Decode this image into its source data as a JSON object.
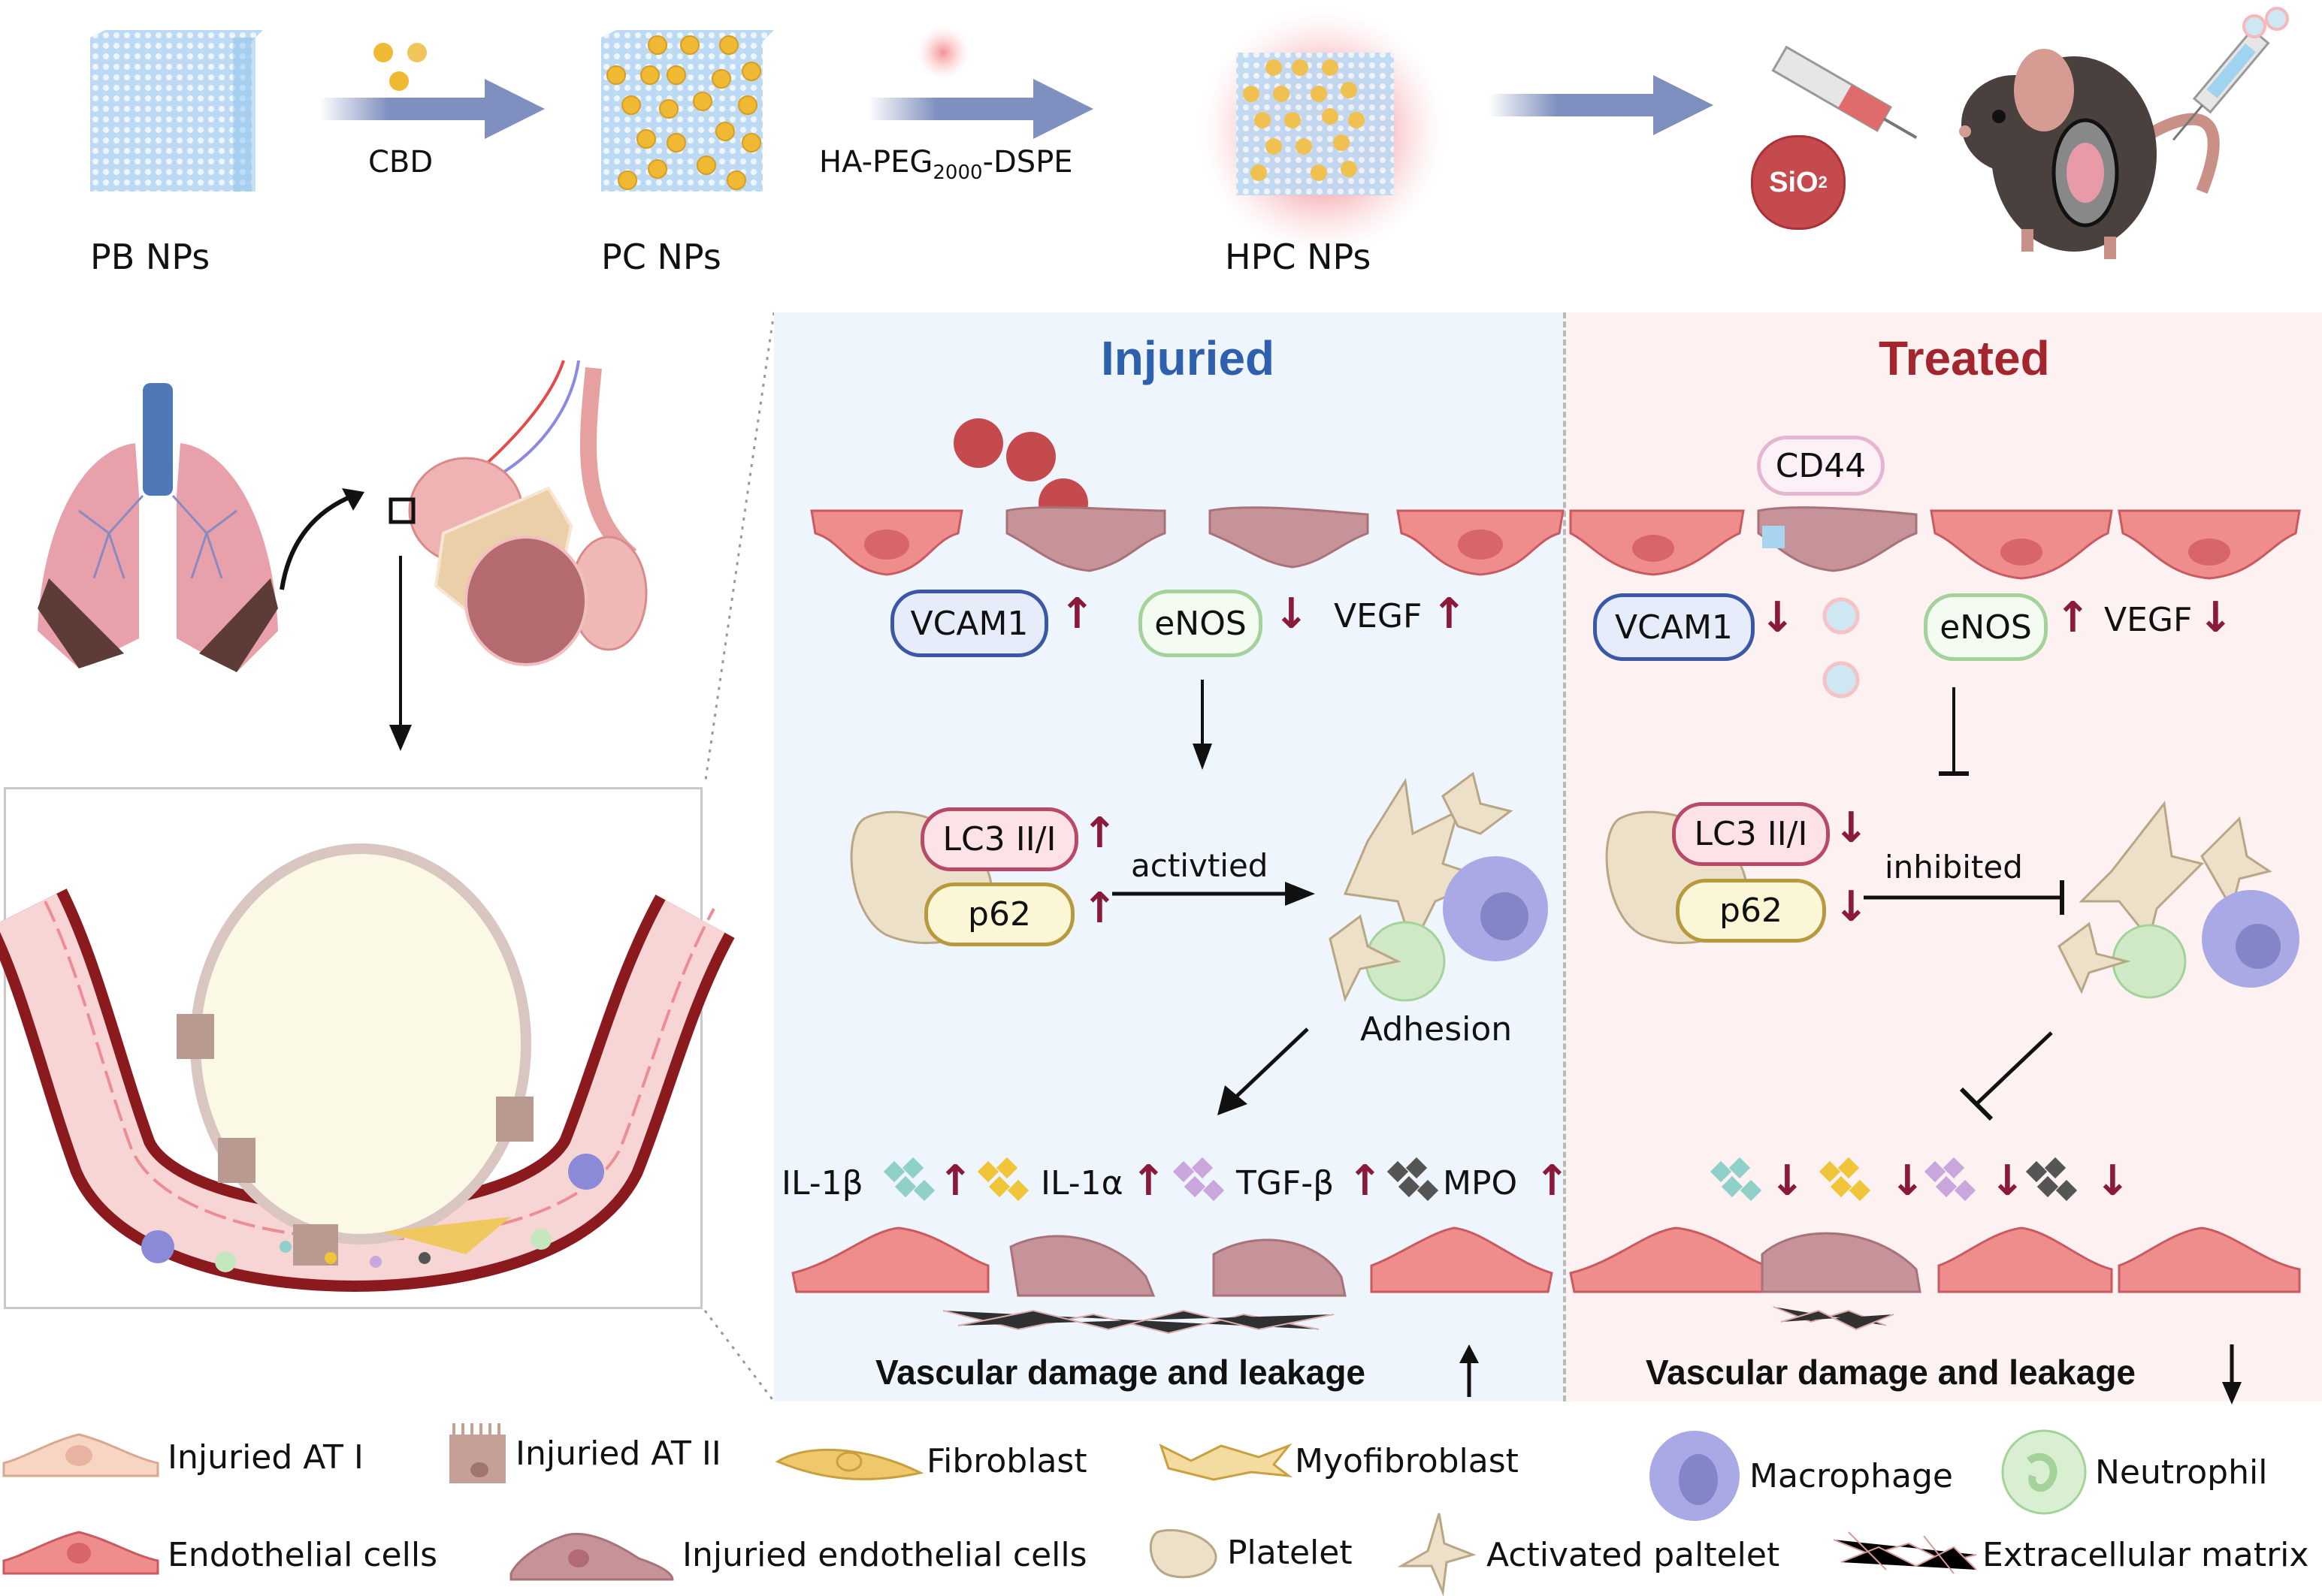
{
  "synthesis": {
    "steps": [
      {
        "label": "PB NPs"
      },
      {
        "label": "PC NPs"
      },
      {
        "label": "HPC NPs"
      }
    ],
    "arrows": [
      {
        "label": "CBD"
      },
      {
        "label": "HA-PEG2000-DSPE",
        "prefix": "HA-PEG",
        "subscript": "2000",
        "suffix": "-DSPE"
      },
      {
        "label": ""
      }
    ],
    "silica_badge": {
      "text": "SiO",
      "subscript": "2"
    }
  },
  "colors": {
    "injured_title": "#2f60ad",
    "treated_title": "#a3262e",
    "marker": "#8a1a3a",
    "injured_bg": "#eef5fd",
    "treated_bg": "#fdf1f1",
    "arrow": "#7f8fbf",
    "endothelial": "#ef8d8d",
    "injured_endothelial": "#c69399",
    "silica": "#c9454b"
  },
  "injured": {
    "title": "Injuried",
    "silica_particles": [
      "SiO2",
      "SiO2",
      "SiO2"
    ],
    "markers": [
      {
        "label": "VCAM1",
        "direction": "up"
      },
      {
        "label": "eNOS",
        "direction": "down"
      },
      {
        "label": "VEGF",
        "direction": "up"
      }
    ],
    "autophagy": [
      {
        "label": "LC3 II/I",
        "direction": "up"
      },
      {
        "label": "p62",
        "direction": "up"
      }
    ],
    "process_label": "activtied",
    "outcome_label": "Adhesion",
    "cytokines": [
      {
        "label": "IL-1β",
        "direction": "up",
        "color": "#8fd0c8"
      },
      {
        "label": "IL-1α",
        "direction": "up",
        "color": "#f0c53a"
      },
      {
        "label": "TGF-β",
        "direction": "up",
        "color": "#c9a6dc"
      },
      {
        "label": "MPO",
        "direction": "up",
        "color": "#555555"
      }
    ],
    "conclusion": "Vascular damage and leakage",
    "conclusion_direction": "up"
  },
  "treated": {
    "title": "Treated",
    "receptor": "CD44",
    "markers": [
      {
        "label": "VCAM1",
        "direction": "down"
      },
      {
        "label": "eNOS",
        "direction": "up"
      },
      {
        "label": "VEGF",
        "direction": "down"
      }
    ],
    "autophagy": [
      {
        "label": "LC3 II/I",
        "direction": "down"
      },
      {
        "label": "p62",
        "direction": "down"
      }
    ],
    "process_label": "inhibited",
    "cytokines": [
      {
        "direction": "down",
        "color": "#8fd0c8"
      },
      {
        "direction": "down",
        "color": "#f0c53a"
      },
      {
        "direction": "down",
        "color": "#c9a6dc"
      },
      {
        "direction": "down",
        "color": "#555555"
      }
    ],
    "conclusion": "Vascular damage and leakage",
    "conclusion_direction": "down"
  },
  "legend": {
    "items": [
      {
        "label": "Injuried AT I"
      },
      {
        "label": "Injuried AT II"
      },
      {
        "label": "Fibroblast"
      },
      {
        "label": "Myofibroblast"
      },
      {
        "label": "Macrophage"
      },
      {
        "label": "Neutrophil"
      },
      {
        "label": "Endothelial cells"
      },
      {
        "label": "Injuried endothelial cells"
      },
      {
        "label": "Platelet"
      },
      {
        "label": "Activated paltelet"
      },
      {
        "label": "Extracellular matrix"
      }
    ]
  },
  "icons": {
    "up": "↑",
    "down": "↓"
  }
}
